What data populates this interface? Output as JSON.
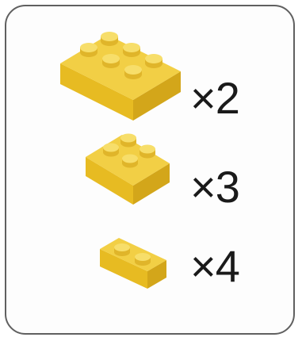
{
  "colors": {
    "brick_top": "#f2cf45",
    "brick_front": "#e7bb22",
    "brick_side": "#d3a61a",
    "stud_top": "#f7de6a",
    "stud_side": "#e0b52a",
    "border": "#606060"
  },
  "items": [
    {
      "brick": "brick-2x3-icon",
      "count": "×2"
    },
    {
      "brick": "brick-2x2-icon",
      "count": "×3"
    },
    {
      "brick": "brick-1x2-icon",
      "count": "×4"
    }
  ]
}
